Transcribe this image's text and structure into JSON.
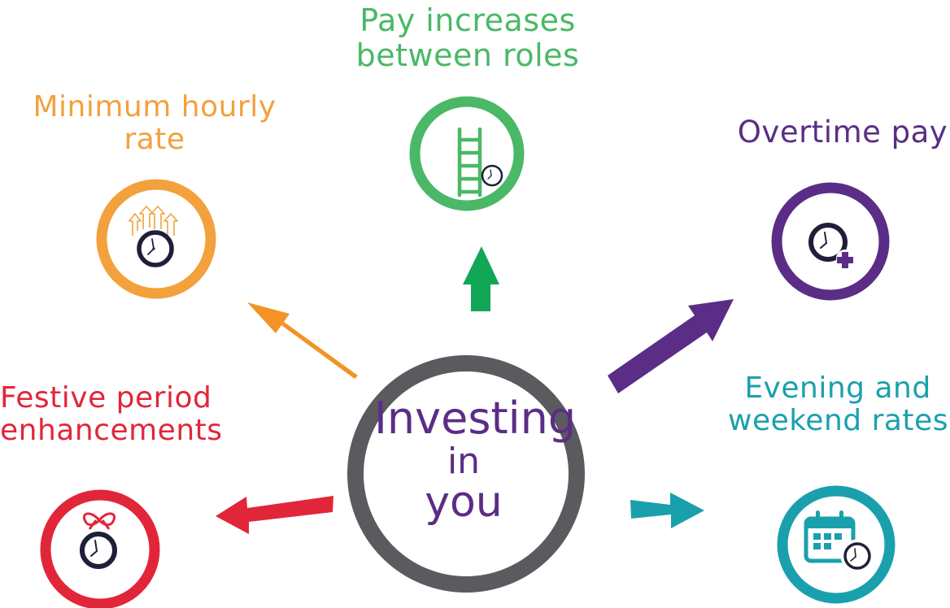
{
  "center": {
    "lines": [
      "Investing",
      "in",
      "you"
    ],
    "ring_color": "#5a5a5f",
    "text_color": "#5b2d86"
  },
  "nodes": [
    {
      "key": "min_hourly",
      "lines": [
        "Minimum hourly",
        "rate"
      ],
      "color": "#f2a13c",
      "icon": "rising-arrows-clock-icon"
    },
    {
      "key": "pay_roles",
      "lines": [
        "Pay increases",
        "between roles"
      ],
      "color": "#4ab866",
      "icon": "ladder-clock-icon"
    },
    {
      "key": "overtime",
      "lines": [
        "Overtime pay"
      ],
      "color": "#5b2d86",
      "icon": "clock-plus-icon"
    },
    {
      "key": "festive",
      "lines": [
        "Festive period",
        "enhancements"
      ],
      "color": "#e2263a",
      "icon": "gift-bow-clock-icon"
    },
    {
      "key": "evening",
      "lines": [
        "Evening and",
        "weekend rates"
      ],
      "color": "#1aa0ad",
      "icon": "calendar-clock-icon"
    }
  ],
  "arrow_colors": {
    "min_hourly": "#f39325",
    "pay_roles": "#12a657",
    "overtime": "#5b2d86",
    "festive": "#e2263a",
    "evening": "#1aa0ad"
  },
  "icon_dark": "#1f1f3a"
}
